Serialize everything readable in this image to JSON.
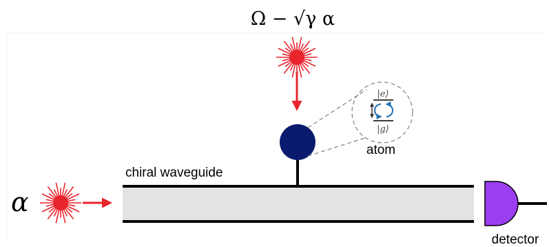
{
  "labels": {
    "drive_formula": "Ω − √γ α",
    "input_symbol": "α",
    "waveguide": "chiral waveguide",
    "atom": "atom",
    "excited_state": "|e⟩",
    "ground_state": "|g⟩",
    "detector": "detector"
  },
  "colors": {
    "laser": "#e8242c",
    "atom": "#0a1a6e",
    "detector": "#9b3df0",
    "waveguide_fill": "#e3e3e3",
    "line": "#000000",
    "dashed": "#8a8a8a",
    "cycle_arrow": "#1f6fb2"
  }
}
